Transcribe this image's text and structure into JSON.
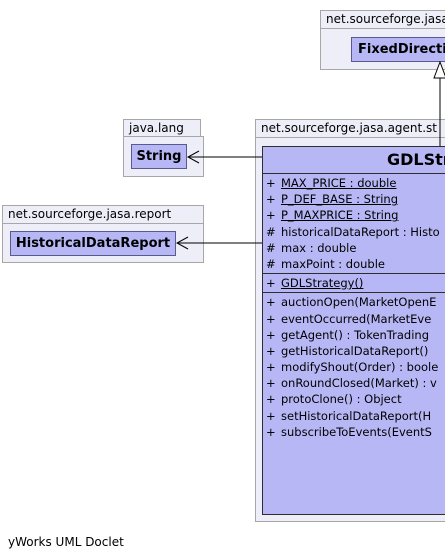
{
  "packages": {
    "fixed": {
      "name": "net.sourceforge.jasa",
      "class_name": "FixedDirecti"
    },
    "lang": {
      "name": "java.lang",
      "class_name": "String"
    },
    "report": {
      "name": "net.sourceforge.jasa.report",
      "class_name": "HistoricalDataReport"
    },
    "agent": {
      "name": "net.sourceforge.jasa.agent.st"
    }
  },
  "main_class": {
    "title": "GDLStr",
    "attributes": [
      {
        "vis": "+",
        "text": "MAX_PRICE : double",
        "static": true
      },
      {
        "vis": "+",
        "text": "P_DEF_BASE : String",
        "static": true
      },
      {
        "vis": "+",
        "text": "P_MAXPRICE : String",
        "static": true
      },
      {
        "vis": "#",
        "text": "historicalDataReport : Histo",
        "static": false
      },
      {
        "vis": "#",
        "text": "max : double",
        "static": false
      },
      {
        "vis": "#",
        "text": "maxPoint : double",
        "static": false
      }
    ],
    "constructors": [
      {
        "vis": "+",
        "text": "GDLStrategy()",
        "static": true
      }
    ],
    "methods": [
      {
        "vis": "+",
        "text": "auctionOpen(MarketOpenE"
      },
      {
        "vis": "+",
        "text": "eventOccurred(MarketEve"
      },
      {
        "vis": "+",
        "text": "getAgent() : TokenTrading"
      },
      {
        "vis": "+",
        "text": "getHistoricalDataReport()"
      },
      {
        "vis": "+",
        "text": "modifyShout(Order) : boole"
      },
      {
        "vis": "+",
        "text": "onRoundClosed(Market) : v"
      },
      {
        "vis": "+",
        "text": "protoClone() : Object"
      },
      {
        "vis": "+",
        "text": "setHistoricalDataReport(H"
      },
      {
        "vis": "+",
        "text": "subscribeToEvents(EventS"
      }
    ]
  },
  "footer": "yWorks UML Doclet",
  "colors": {
    "package_fill": "#eeeef9",
    "class_fill": "#b7b7f6",
    "border": "#a7a7a7"
  }
}
